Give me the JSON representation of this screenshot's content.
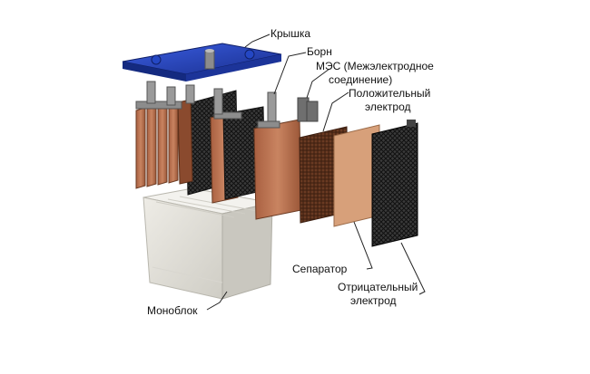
{
  "diagram": {
    "labels": {
      "cover": "Крышка",
      "terminal": "Борн",
      "intercell_line1": "МЭС (Межэлектродное",
      "intercell_line2": "соединение)",
      "positive_line1": "Положительный",
      "positive_line2": "электрод",
      "separator": "Сепаратор",
      "negative_line1": "Отрицательный",
      "negative_line2": "электрод",
      "monoblock": "Моноблок"
    },
    "colors": {
      "cover": "#1f3fb5",
      "copper": "#b8704e",
      "grid_dark": "#2a2a2a",
      "separator": "#d9a27a",
      "case": "#e4e2da",
      "terminal": "#9a9a9a"
    }
  }
}
